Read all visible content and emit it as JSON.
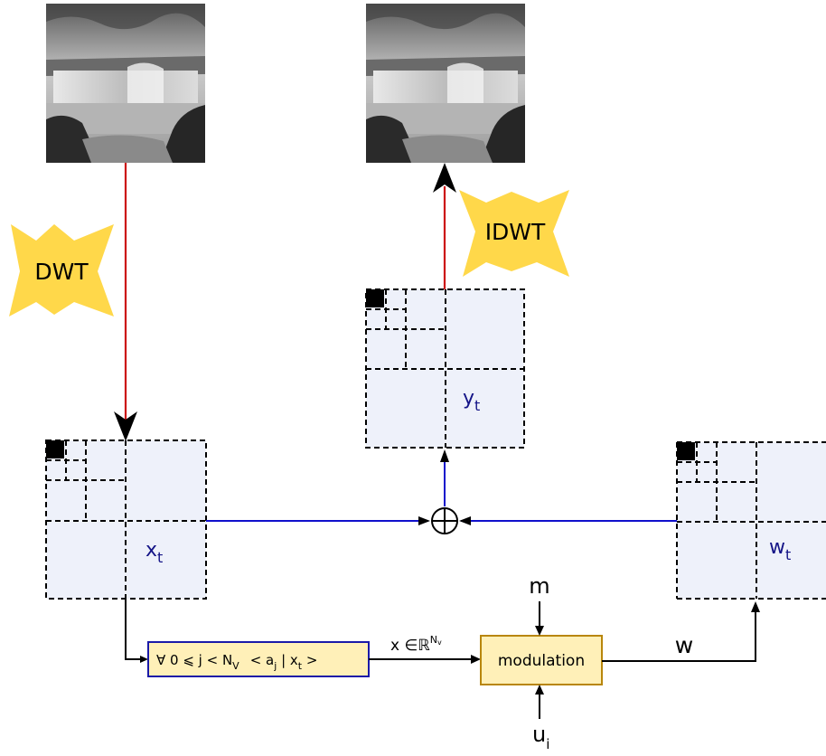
{
  "images": {
    "input": {
      "alt": "waterfall grayscale image"
    },
    "output": {
      "alt": "waterfall grayscale image"
    }
  },
  "transforms": {
    "dwt": "DWT",
    "idwt": "IDWT",
    "star_color": "#ffd84a"
  },
  "subbands": {
    "x": {
      "base": "x",
      "sub": "t"
    },
    "y": {
      "base": "y",
      "sub": "t"
    },
    "w": {
      "base": "w",
      "sub": "t"
    }
  },
  "sum_symbol": "⊕",
  "projection_box": {
    "forall": "∀ 0 ⩽ j < N",
    "forall_sub": "V",
    "inner": "< a",
    "inner_sub": "j",
    "inner_mid": " | x",
    "inner_sub2": "t",
    "inner_end": " >"
  },
  "vector_label": {
    "main": "x ∈ℝ",
    "sup": "N",
    "sup_sub": "v"
  },
  "modulation": {
    "label": "modulation",
    "fill": "#fff0b8"
  },
  "inputs": {
    "m": "m",
    "u": "u",
    "u_sub": "i"
  },
  "output_label": "w",
  "colors": {
    "red_arrow": "#cc1111",
    "blue_line": "#1010cc",
    "subband_fill": "#eef1fa",
    "text_blue": "#141487"
  }
}
